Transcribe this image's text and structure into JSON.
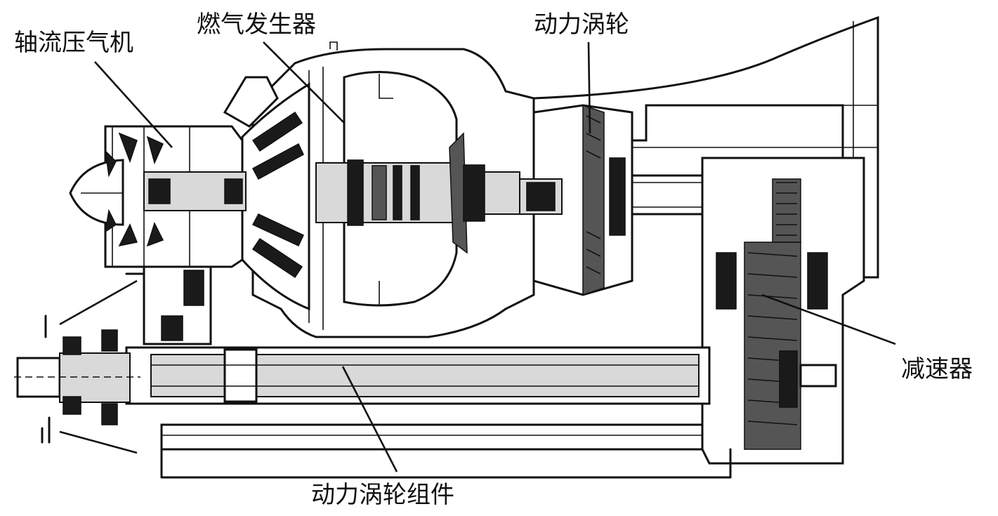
{
  "labels": {
    "axial_compressor": "轴流压气机",
    "gas_generator": "燃气发生器",
    "power_turbine": "动力涡轮",
    "reducer": "减速器",
    "power_turbine_assembly": "动力涡轮组件"
  }
}
